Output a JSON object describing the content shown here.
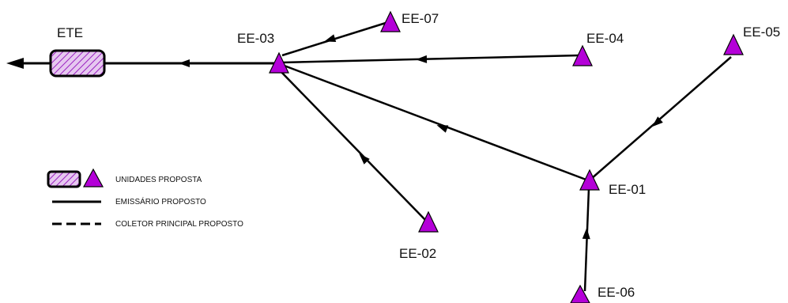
{
  "diagram": {
    "nodes": {
      "ete": "ETE",
      "ee01": "EE-01",
      "ee02": "EE-02",
      "ee03": "EE-03",
      "ee04": "EE-04",
      "ee05": "EE-05",
      "ee06": "EE-06",
      "ee07": "EE-07"
    },
    "legend": {
      "units": "UNIDADES PROPOSTA",
      "emissario": "EMISSÁRIO PROPOSTO",
      "coletor": "COLETOR PRINCIPAL PROPOSTO"
    },
    "colors": {
      "station_fill": "#b400d8",
      "ete_fill": "#d8a8e8",
      "line": "#000000"
    }
  }
}
